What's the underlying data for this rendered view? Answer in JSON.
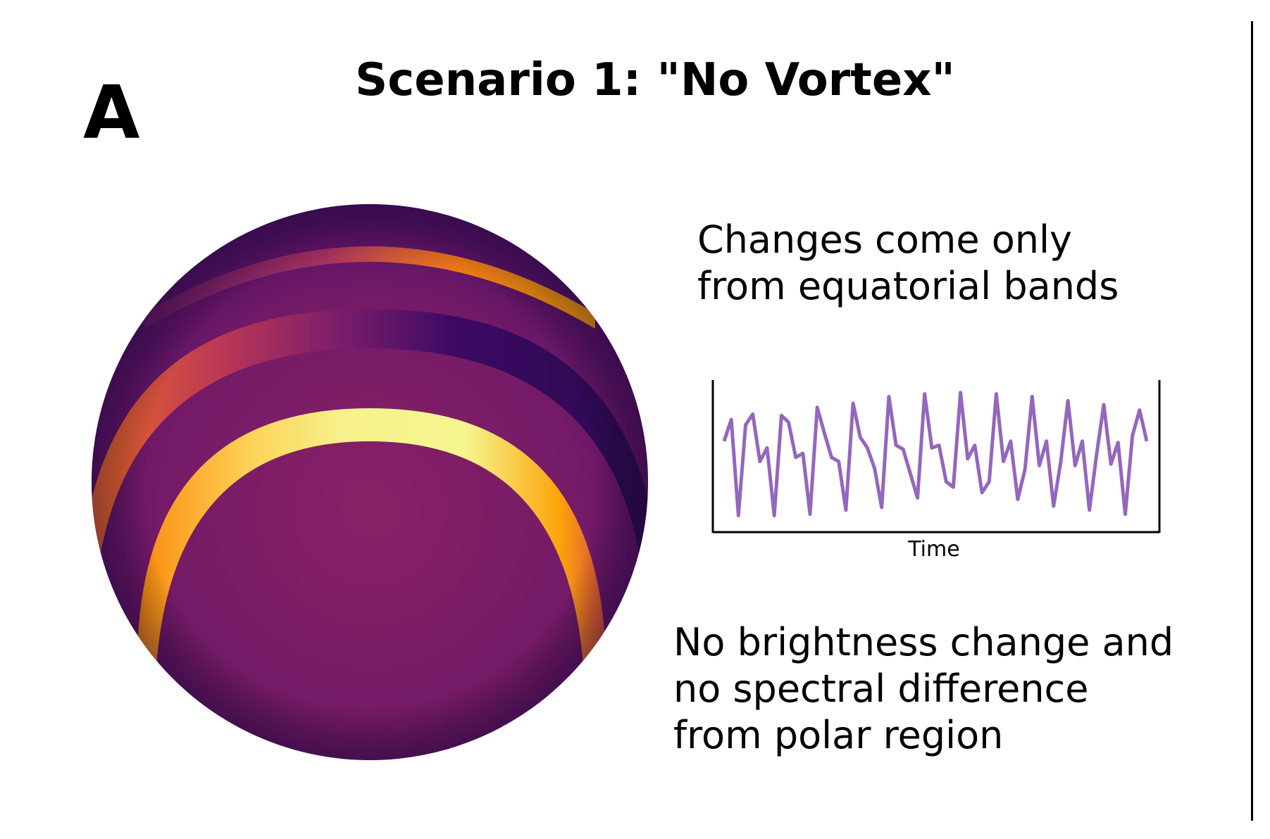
{
  "panel_letter": "A",
  "title": "Scenario 1: \"No Vortex\"",
  "caption_top": "Changes come only\nfrom equatorial bands",
  "caption_bottom": "No brightness change and\nno spectral difference\nfrom polar region",
  "globe": {
    "colormap": [
      "#000004",
      "#420a68",
      "#932667",
      "#dd513a",
      "#fca50a",
      "#fcffa4"
    ],
    "base_color": "#7a1d68"
  },
  "chart_data": {
    "type": "line",
    "xlabel": "Time",
    "ylabel": "",
    "line_color": "#9467bd",
    "y": [
      0.6,
      0.76,
      0.05,
      0.72,
      0.8,
      0.45,
      0.55,
      0.05,
      0.79,
      0.74,
      0.48,
      0.51,
      0.06,
      0.85,
      0.66,
      0.48,
      0.45,
      0.09,
      0.88,
      0.63,
      0.55,
      0.4,
      0.11,
      0.93,
      0.57,
      0.54,
      0.36,
      0.18,
      0.95,
      0.55,
      0.57,
      0.3,
      0.26,
      0.96,
      0.47,
      0.57,
      0.22,
      0.3,
      0.95,
      0.45,
      0.6,
      0.17,
      0.39,
      0.93,
      0.42,
      0.6,
      0.12,
      0.45,
      0.9,
      0.42,
      0.6,
      0.09,
      0.5,
      0.87,
      0.43,
      0.59,
      0.06,
      0.64,
      0.83,
      0.6
    ],
    "ylim": [
      0,
      1
    ],
    "grid": false
  }
}
